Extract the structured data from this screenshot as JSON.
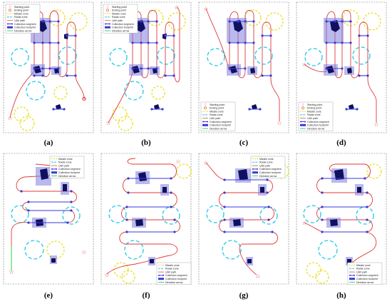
{
  "colors": {
    "route": "#e03a3a",
    "missile": "#e8e020",
    "radar": "#20c8e8",
    "uav": "#40d060",
    "segment": "#3a3ad8",
    "footprint": "#8080e0",
    "target": "#101060",
    "start": "#e03a3a",
    "arrow": "#40d060"
  },
  "legend_labels": {
    "start": "Starting point",
    "end": "Ending point",
    "missile": "Missile zone",
    "radar": "Radar zone",
    "uav": "UAV path",
    "segment": "Collection segment",
    "footprint": "Collection footprint",
    "arrow": "Direction arrow"
  },
  "panels": [
    {
      "caption": "(a)",
      "legend": [
        "start",
        "end",
        "missile",
        "radar",
        "uav",
        "segment",
        "footprint",
        "arrow"
      ]
    },
    {
      "caption": "(b)",
      "legend": [
        "start",
        "end",
        "missile",
        "radar",
        "uav",
        "segment",
        "footprint",
        "arrow"
      ]
    },
    {
      "caption": "(c)",
      "legend": [
        "start",
        "end",
        "missile",
        "radar",
        "uav",
        "segment",
        "footprint",
        "arrow"
      ]
    },
    {
      "caption": "(d)",
      "legend": [
        "start",
        "end",
        "missile",
        "radar",
        "uav",
        "segment",
        "footprint",
        "arrow"
      ]
    },
    {
      "caption": "(e)",
      "legend": [
        "missile",
        "radar",
        "uav",
        "segment",
        "footprint",
        "arrow"
      ]
    },
    {
      "caption": "(f)",
      "legend": [
        "missile",
        "radar",
        "uav",
        "segment",
        "footprint",
        "arrow"
      ]
    },
    {
      "caption": "(g)",
      "legend": [
        "missile",
        "radar",
        "uav",
        "segment",
        "footprint",
        "arrow"
      ]
    },
    {
      "caption": "(h)",
      "legend": [
        "missile",
        "radar",
        "uav",
        "segment",
        "footprint",
        "arrow"
      ]
    }
  ]
}
